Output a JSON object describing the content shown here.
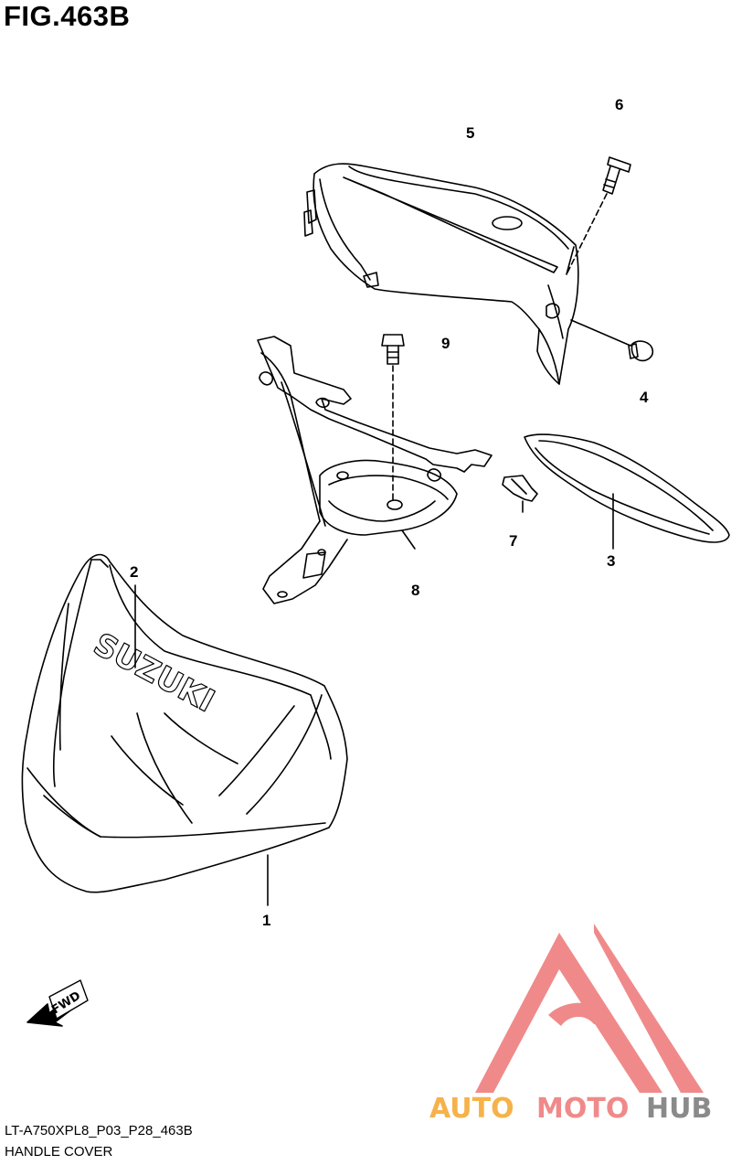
{
  "figure": {
    "title": "FIG.463B",
    "code": "LT-A750XPL8_P03_P28_463B",
    "name": "HANDLE COVER"
  },
  "parts": [
    {
      "number": "1"
    },
    {
      "number": "2"
    },
    {
      "number": "3"
    },
    {
      "number": "4"
    },
    {
      "number": "5"
    },
    {
      "number": "6"
    },
    {
      "number": "7"
    },
    {
      "number": "8"
    },
    {
      "number": "9"
    }
  ],
  "emblem": {
    "text": "SUZUKI"
  },
  "direction": {
    "text": "FWD"
  },
  "watermark": {
    "text_a": "AUTO",
    "text_b": "MOTO",
    "text_c": "HUB",
    "colors": {
      "auto": "#f6b24a",
      "moto": "#f08a8a",
      "hub": "#8a8a8a",
      "logo": "#f08a8a"
    }
  }
}
